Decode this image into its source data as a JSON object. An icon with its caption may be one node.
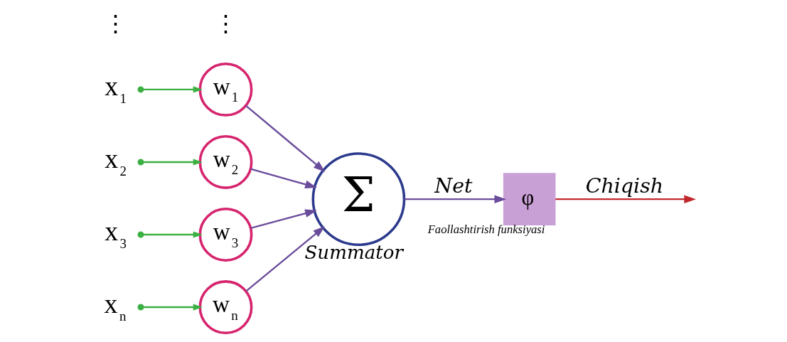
{
  "diagram": {
    "nodes": [
      {
        "text": [
          "x$_{1}$"
        ]
      },
      {
        "text": [
          "x$_{2}$"
        ]
      },
      {
        "text": [
          "x$_{3}$"
        ]
      },
      {
        "text": [
          "x$_{n}$"
        ]
      },
      {
        "text": [
          "w$_{1}$"
        ]
      },
      {
        "text": [
          "w$_{2}$"
        ]
      },
      {
        "text": [
          "w$_{3}$"
        ]
      },
      {
        "text": [
          "w$_{n}$"
        ]
      },
      {
        "text": [
          "Σ"
        ],
        "beside": [
          "Summator"
        ]
      },
      {
        "text": [
          "φ"
        ],
        "beside": [
          "Faollashtirish funksiyasi"
        ]
      }
    ],
    "edges": [
      {
        "from": 0,
        "to": 4,
        "arrow": "to",
        "color": "#3cb043"
      },
      {
        "from": 1,
        "to": 5,
        "arrow": "to",
        "color": "#3cb043"
      },
      {
        "from": 2,
        "to": 6,
        "arrow": "to",
        "color": "#3cb043"
      },
      {
        "from": 3,
        "to": 7,
        "arrow": "to",
        "color": "#3cb043"
      },
      {
        "from": 4,
        "to": 8,
        "arrow": "to"
      },
      {
        "from": 5,
        "to": 8,
        "arrow": "to"
      },
      {
        "from": 6,
        "to": 8,
        "arrow": "to"
      },
      {
        "from": 7,
        "to": 8,
        "arrow": "to"
      },
      {
        "from": 8,
        "to": 9,
        "arrow": "to",
        "label": "Net"
      },
      {
        "from": 9,
        "to": null,
        "arrow": "to",
        "label": "Chiqish",
        "color": "#c0282d"
      }
    ],
    "labels": [
      "⋮",
      "⋮"
    ]
  }
}
